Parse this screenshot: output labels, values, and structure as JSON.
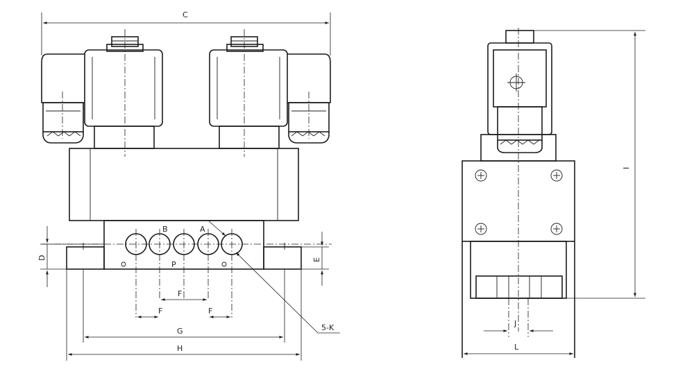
{
  "labels": {
    "C": "C",
    "D": "D",
    "E": "E",
    "F_top": "F",
    "F_left": "F",
    "F_right": "F",
    "G": "G",
    "H": "H",
    "I": "I",
    "J": "J",
    "L": "L",
    "port_A": "A",
    "port_B": "B",
    "port_P": "P",
    "callout": "5-K"
  }
}
